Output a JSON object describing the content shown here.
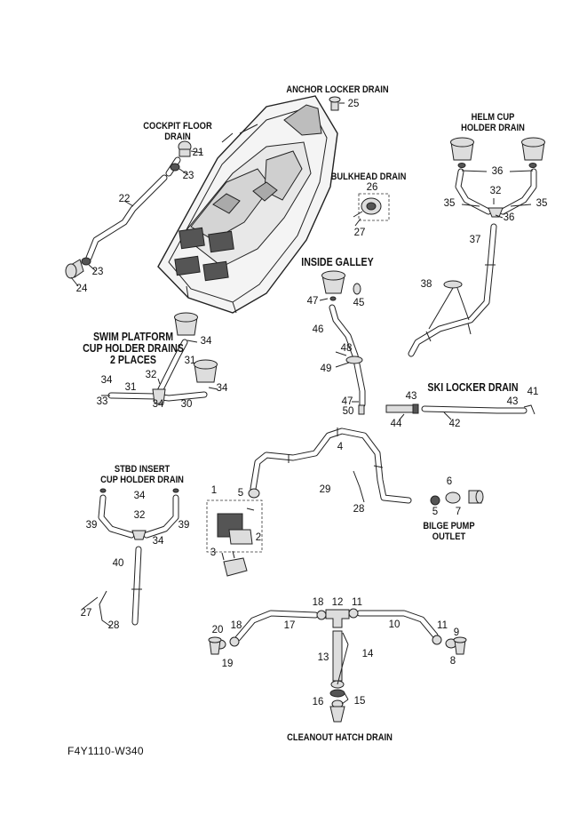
{
  "sections": {
    "anchor_locker": "ANCHOR LOCKER DRAIN",
    "cockpit_floor": "COCKPIT FLOOR\nDRAIN",
    "helm_cup": "HELM CUP\nHOLDER DRAIN",
    "bulkhead": "BULKHEAD DRAIN",
    "inside_galley": "INSIDE GALLEY",
    "swim_platform": "SWIM PLATFORM\nCUP HOLDER DRAINS\n2 PLACES",
    "ski_locker": "SKI LOCKER DRAIN",
    "stbd_insert": "STBD INSERT\nCUP HOLDER DRAIN",
    "bilge_pump": "BILGE PUMP\nOUTLET",
    "cleanout": "CLEANOUT HATCH DRAIN"
  },
  "drawing_code": "F4Y1110-W340",
  "part_numbers": {
    "p25": "25",
    "p21": "21",
    "p23a": "23",
    "p22": "22",
    "p23b": "23",
    "p24": "24",
    "p26": "26",
    "p27a": "27",
    "p36a": "36",
    "p32a": "32",
    "p35a": "35",
    "p35b": "35",
    "p36b": "36",
    "p37": "37",
    "p38": "38",
    "p47a": "47",
    "p45": "45",
    "p46": "46",
    "p48": "48",
    "p49": "49",
    "p47b": "47",
    "p50": "50",
    "p34a": "34",
    "p31": "31",
    "p32b": "32",
    "p34b": "34",
    "p31b": "31",
    "p34c": "34",
    "p33": "33",
    "p34d": "34",
    "p30": "30",
    "p43a": "43",
    "p41": "41",
    "p43b": "43",
    "p44": "44",
    "p42": "42",
    "p4": "4",
    "p1": "1",
    "p5a": "5",
    "p2": "2",
    "p3": "3",
    "p29": "29",
    "p28a": "28",
    "p6": "6",
    "p5b": "5",
    "p7": "7",
    "p34e": "34",
    "p34f": "34",
    "p32c": "32",
    "p39a": "39",
    "p39b": "39",
    "p40": "40",
    "p27b": "27",
    "p28b": "28",
    "p18a": "18",
    "p12": "12",
    "p11a": "11",
    "p17": "17",
    "p10": "10",
    "p20": "20",
    "p18b": "18",
    "p11b": "11",
    "p9": "9",
    "p19": "19",
    "p8": "8",
    "p13": "13",
    "p14": "14",
    "p16": "16",
    "p15": "15"
  }
}
